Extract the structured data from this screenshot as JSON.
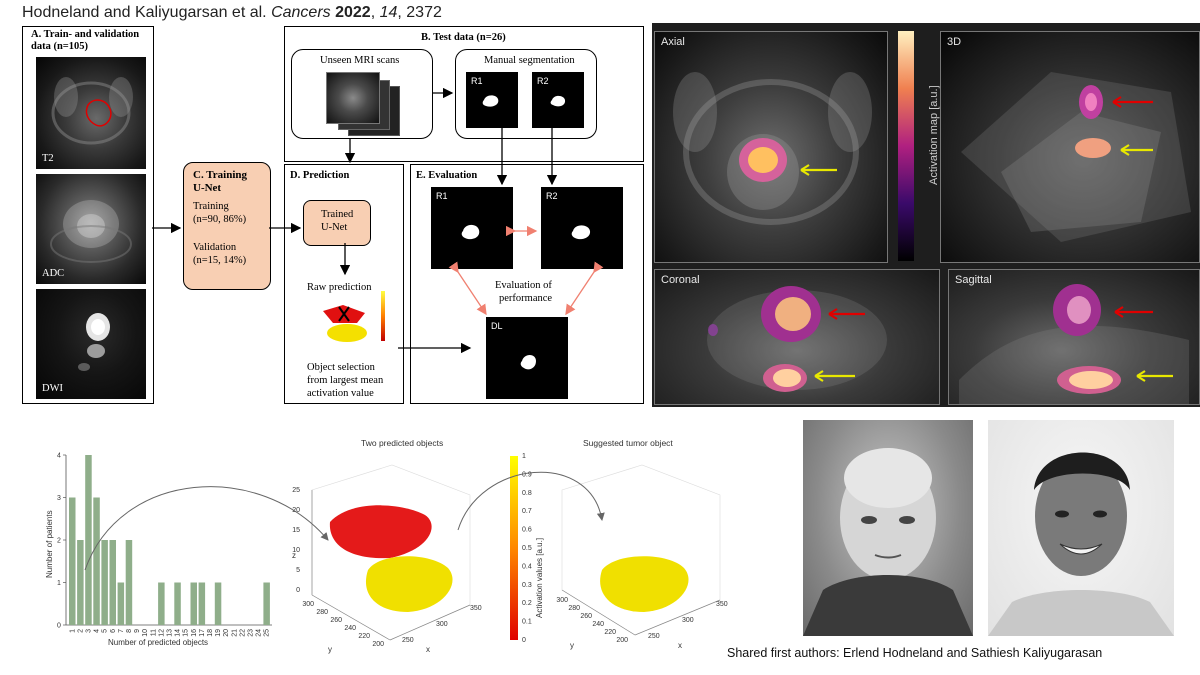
{
  "header": {
    "authors": "Hodneland and Kaliyugarsan et al. ",
    "journal": "Cancers",
    "year": "2022",
    "volume": "14",
    "pages": ", 2372"
  },
  "panel_a": {
    "title_line1": "A.  Train- and validation",
    "title_line2": "data (n=105)",
    "scans": [
      "T2",
      "ADC",
      "DWI"
    ]
  },
  "panel_b": {
    "title": "B. Test data (n=26)",
    "unseen": "Unseen MRI scans",
    "manual": "Manual segmentation",
    "r1": "R1",
    "r2": "R2"
  },
  "panel_c": {
    "title_line1": "C. Training",
    "title_line2": "of",
    "title_line3": "U-Net",
    "training_line1": "Training",
    "training_line2": "(n=90, 86%)",
    "validation_line1": "Validation",
    "validation_line2": "(n=15, 14%)"
  },
  "panel_d": {
    "title": "D. Prediction",
    "trained_line1": "Trained",
    "trained_line2": "U-Net",
    "raw": "Raw prediction",
    "selection_line1": "Object selection",
    "selection_line2": "from largest mean",
    "selection_line3": "activation value"
  },
  "panel_e": {
    "title": "E. Evaluation",
    "r1": "R1",
    "r2": "R2",
    "eval_line1": "Evaluation of",
    "eval_line2": "performance",
    "dl": "DL"
  },
  "activation_panel": {
    "views": [
      "Axial",
      "3D",
      "Coronal",
      "Sagittal"
    ],
    "colorbar_label": "Activation map [a.u.]"
  },
  "chart_data": [
    {
      "type": "bar",
      "xlabel": "Number of predicted objects",
      "ylabel": "Number of patients",
      "ylim": [
        0,
        4
      ],
      "categories": [
        "1",
        "2",
        "3",
        "4",
        "5",
        "6",
        "7",
        "8",
        "9",
        "10",
        "11",
        "12",
        "13",
        "14",
        "15",
        "16",
        "17",
        "18",
        "19",
        "20",
        "21",
        "22",
        "23",
        "24",
        "25"
      ],
      "values": [
        3,
        2,
        4,
        3,
        2,
        2,
        1,
        2,
        0,
        0,
        0,
        1,
        0,
        1,
        0,
        1,
        1,
        0,
        1,
        0,
        0,
        0,
        0,
        0,
        1
      ],
      "yticks": [
        "0",
        "1",
        "2",
        "3",
        "4"
      ],
      "bar_color": "#8fae8a"
    },
    {
      "type": "3d-surface",
      "title": "Two predicted objects",
      "xlabel": "x",
      "ylabel": "y",
      "zlabel": "z",
      "x_ticks": [
        "250",
        "300",
        "350"
      ],
      "y_ticks": [
        "200",
        "220",
        "240",
        "260",
        "280",
        "300"
      ],
      "z_ticks": [
        "0",
        "5",
        "10",
        "15",
        "20",
        "25"
      ],
      "objects": [
        "red",
        "yellow"
      ]
    },
    {
      "type": "3d-surface",
      "title": "Suggested tumor object",
      "xlabel": "x",
      "ylabel": "y",
      "x_ticks": [
        "250",
        "300",
        "350"
      ],
      "y_ticks": [
        "200",
        "220",
        "240",
        "260",
        "280",
        "300"
      ],
      "colorbar_label": "Activation values [a.u.]",
      "colorbar_ticks": [
        "0",
        "0.1",
        "0.2",
        "0.3",
        "0.4",
        "0.5",
        "0.6",
        "0.7",
        "0.8",
        "0.9",
        "1"
      ]
    }
  ],
  "caption": "Shared first authors: Erlend Hodneland and Sathiesh Kaliyugarasan"
}
